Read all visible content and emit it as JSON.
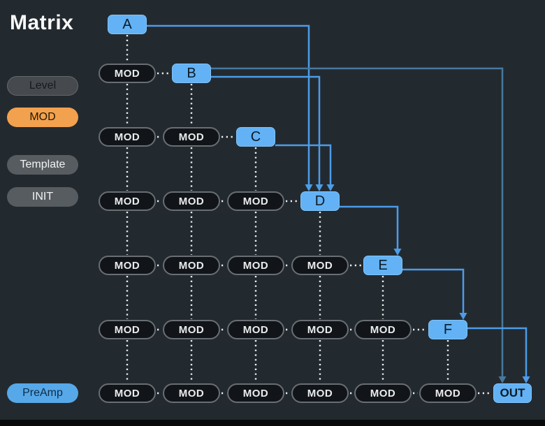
{
  "app": {
    "title": "Matrix"
  },
  "sidebar": {
    "buttons": [
      {
        "id": "level",
        "label": "Level"
      },
      {
        "id": "mod",
        "label": "MOD"
      },
      {
        "id": "template",
        "label": "Template"
      },
      {
        "id": "init",
        "label": "INIT"
      },
      {
        "id": "preamp",
        "label": "PreAmp"
      }
    ]
  },
  "matrix": {
    "mod_label": "MOD",
    "operators": [
      {
        "id": "A",
        "col": 0,
        "row": 0
      },
      {
        "id": "B",
        "col": 1,
        "row": 1
      },
      {
        "id": "C",
        "col": 2,
        "row": 2
      },
      {
        "id": "D",
        "col": 3,
        "row": 3
      },
      {
        "id": "E",
        "col": 4,
        "row": 4
      },
      {
        "id": "F",
        "col": 5,
        "row": 5
      },
      {
        "id": "OUT",
        "col": 6,
        "row": 6
      }
    ],
    "connections": [
      {
        "from": "A",
        "to": "D",
        "dim": false
      },
      {
        "from": "B",
        "to": "OUT",
        "dim": true
      },
      {
        "from": "B",
        "to": "D",
        "dim": false
      },
      {
        "from": "C",
        "to": "D",
        "dim": false
      },
      {
        "from": "D",
        "to": "E",
        "dim": false
      },
      {
        "from": "E",
        "to": "F",
        "dim": false
      },
      {
        "from": "F",
        "to": "OUT",
        "dim": false
      }
    ]
  },
  "colors": {
    "background": "#232a2f",
    "operator_blue": "#62b2f5",
    "arrow_blue": "#4c9ce9",
    "arrow_dim_blue": "#47799e",
    "dotted_line": "#edf0f1",
    "orange": "#f2a14e"
  }
}
